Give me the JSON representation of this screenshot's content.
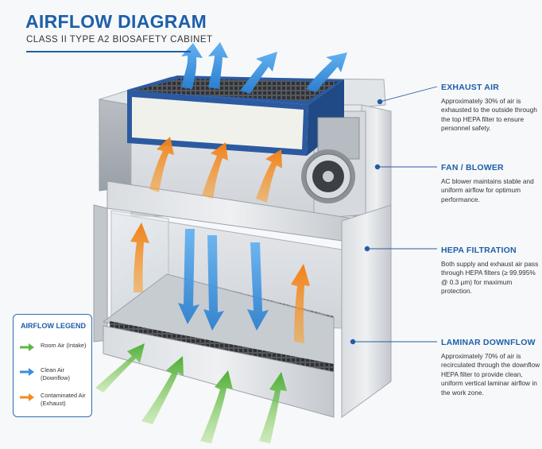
{
  "header": {
    "title": "AIRFLOW DIAGRAM",
    "subtitle": "CLASS II TYPE A2 BIOSAFETY CABINET"
  },
  "callouts": [
    {
      "id": "exhaust-air",
      "heading": "EXHAUST AIR",
      "description": "Approximately 30% of air is exhausted to the outside through the top HEPA filter to ensure personnel safety."
    },
    {
      "id": "fan-blower",
      "heading": "FAN / BLOWER",
      "description": "AC blower maintains stable and uniform airflow for optimum performance."
    },
    {
      "id": "hepa-filtration",
      "heading": "HEPA FILTRATION",
      "description": "Both supply and exhaust air pass through HEPA filters (≥ 99.995% @ 0.3 μm) for maximum protection."
    },
    {
      "id": "laminar-downflow",
      "heading": "LAMINAR DOWNFLOW",
      "description": "Approximately 70% of air is recirculated through the downflow HEPA filter to provide clean, uniform vertical laminar airflow in the work zone."
    }
  ],
  "legend": {
    "title": "AIRFLOW LEGEND",
    "items": [
      {
        "label": "Room Air (Intake)",
        "color": "#5cb848",
        "icon": "green-arrow"
      },
      {
        "label": "Clean Air (Downflow)",
        "color": "#3b8ed8",
        "icon": "blue-arrow"
      },
      {
        "label": "Contaminated Air (Exhaust)",
        "color": "#f28a1e",
        "icon": "orange-arrow"
      }
    ]
  },
  "colors": {
    "accent": "#1d5fa8",
    "room_air": "#5cb848",
    "clean_air": "#3b8ed8",
    "contaminated_air": "#f28a1e",
    "cabinet_steel": "#c9cdd2"
  }
}
